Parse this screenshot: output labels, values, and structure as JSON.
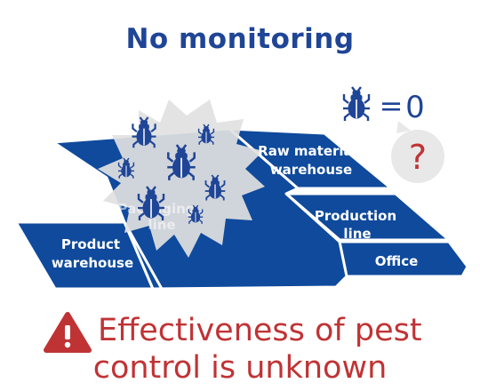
{
  "title": "No monitoring",
  "colors": {
    "title": "#1f4596",
    "floor": "#0f4a9c",
    "floor_edge": "#ffffff",
    "alert_red": "#c03335",
    "bubble": "#e8e8e8",
    "bug": "#1f4596",
    "burst": "#e1e1e1"
  },
  "rooms": {
    "raw_material_l1": "Raw material",
    "raw_material_l2": "warehouse",
    "production_l1": "Production",
    "production_l2": "line",
    "office": "Office",
    "product_l1": "Product",
    "product_l2": "warehouse",
    "packaging_l1": "Packaging",
    "packaging_l2": "line"
  },
  "counter": {
    "icon": "bug-icon",
    "equals": "=",
    "value": "0"
  },
  "question_mark": "?",
  "warning": {
    "icon": "warning-triangle-icon",
    "line1": "Effectiveness of pest",
    "line2": "control is unknown"
  }
}
